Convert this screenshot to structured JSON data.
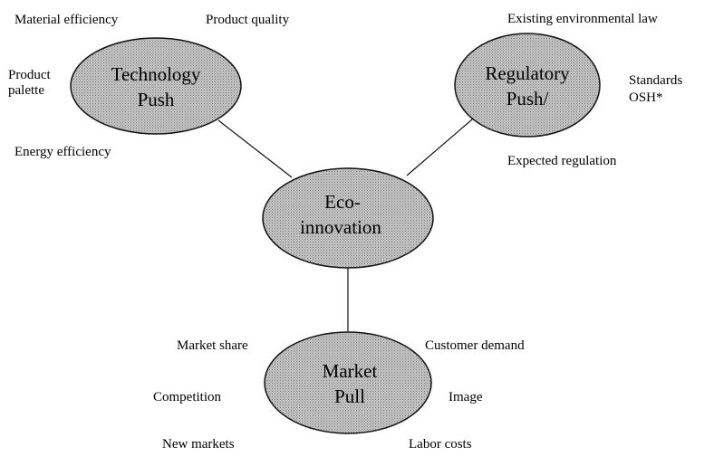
{
  "nodes": {
    "technology": {
      "line1": "Technology",
      "line2": "Push"
    },
    "regulatory": {
      "line1": "Regulatory",
      "line2": "Push/"
    },
    "eco": {
      "line1": "Eco-",
      "line2": "innovation"
    },
    "market": {
      "line1": "Market",
      "line2": "Pull"
    }
  },
  "labels": {
    "material_efficiency": "Material efficiency",
    "product_quality": "Product quality",
    "product_palette_1": "Product",
    "product_palette_2": "palette",
    "energy_efficiency": "Energy  efficiency",
    "existing_law": "Existing environmental  law",
    "standards": "Standards",
    "osh": "OSH*",
    "expected_regulation": "Expected regulation",
    "market_share": "Market share",
    "customer_demand": "Customer demand",
    "competition": "Competition",
    "image": "Image",
    "new_markets": "New markets",
    "labor_costs": "Labor costs"
  },
  "colors": {
    "node_fill": "#c4c4c4",
    "node_stroke": "#111111",
    "line": "#111111",
    "text": "#000000"
  }
}
